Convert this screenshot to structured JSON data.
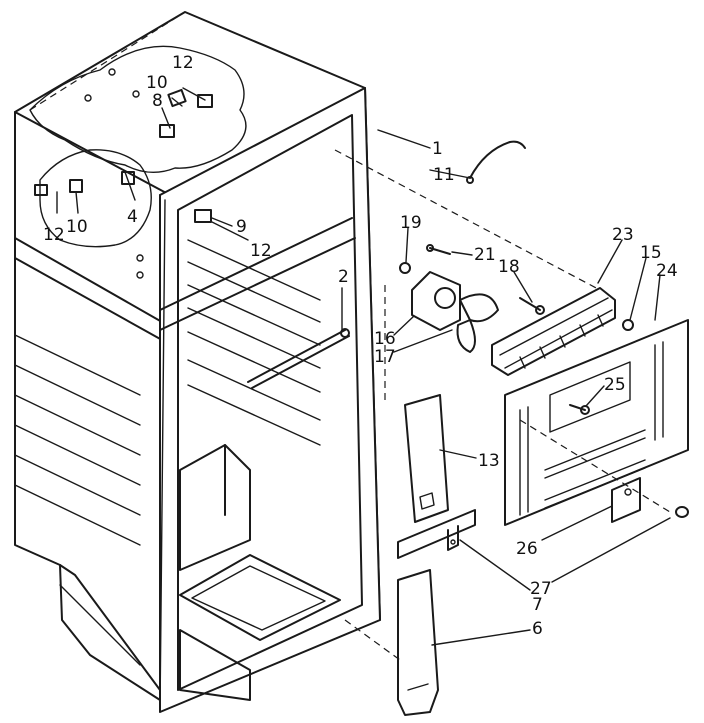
{
  "colors": {
    "ink": "#1a1a1a",
    "paper": "#ffffff"
  },
  "callouts": {
    "p1": "1",
    "p2": "2",
    "p4": "4",
    "p6": "6",
    "p7": "7",
    "p8": "8",
    "p9": "9",
    "p10a": "10",
    "p10b": "10",
    "p11": "11",
    "p12a": "12",
    "p12b": "12",
    "p12c": "12",
    "p13": "13",
    "p15": "15",
    "p16": "16",
    "p17": "17",
    "p18": "18",
    "p19": "19",
    "p21": "21",
    "p23": "23",
    "p24": "24",
    "p25": "25",
    "p26": "26",
    "p27": "27"
  }
}
